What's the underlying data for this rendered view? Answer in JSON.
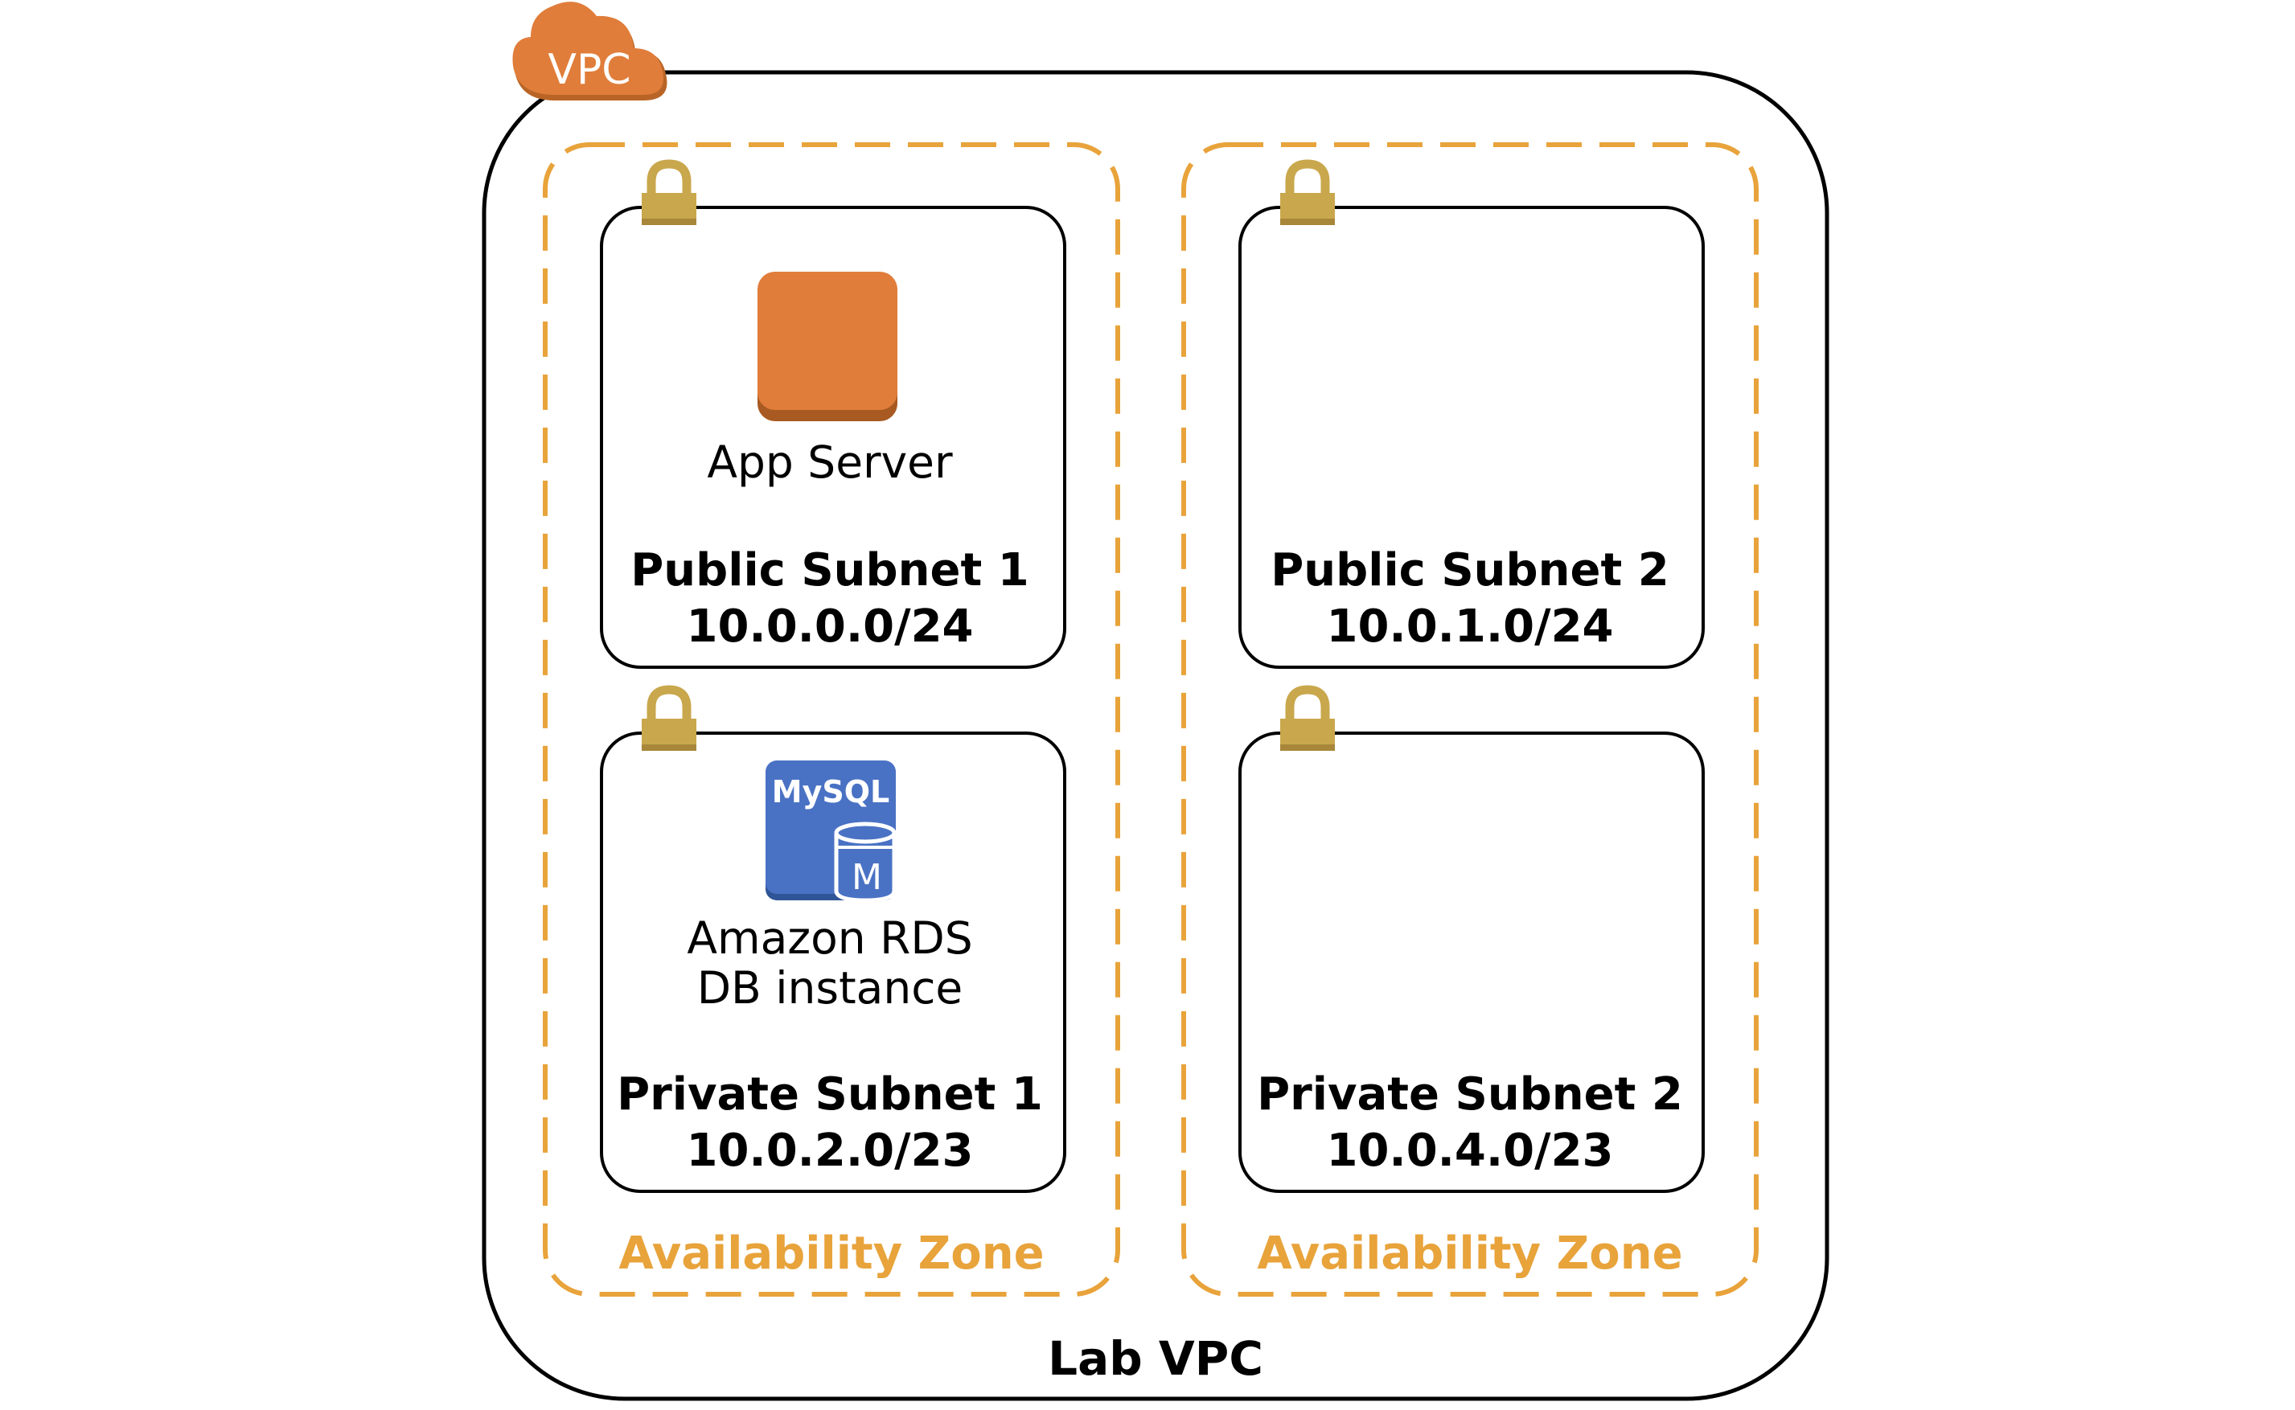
{
  "colors": {
    "vpc_orange": "#E07D3A",
    "az_dash": "#E8A33B",
    "lock_gold": "#C9A74C",
    "ec2_orange": "#E07D3A",
    "rds_blue": "#4A72C4",
    "border": "#000000"
  },
  "vpc": {
    "badge": "VPC",
    "name": "Lab VPC"
  },
  "availability_zones": [
    {
      "label": "Availability Zone",
      "public_subnet": {
        "name": "Public Subnet 1",
        "cidr": "10.0.0.0/24",
        "resource": {
          "icon": "ec2-instance-icon",
          "label": "App Server"
        }
      },
      "private_subnet": {
        "name": "Private Subnet 1",
        "cidr": "10.0.2.0/23",
        "resource": {
          "icon": "rds-mysql-icon",
          "icon_text": "MySQL",
          "icon_letter": "M",
          "label_line1": "Amazon RDS",
          "label_line2": "DB instance"
        }
      }
    },
    {
      "label": "Availability Zone",
      "public_subnet": {
        "name": "Public Subnet 2",
        "cidr": "10.0.1.0/24"
      },
      "private_subnet": {
        "name": "Private Subnet 2",
        "cidr": "10.0.4.0/23"
      }
    }
  ]
}
